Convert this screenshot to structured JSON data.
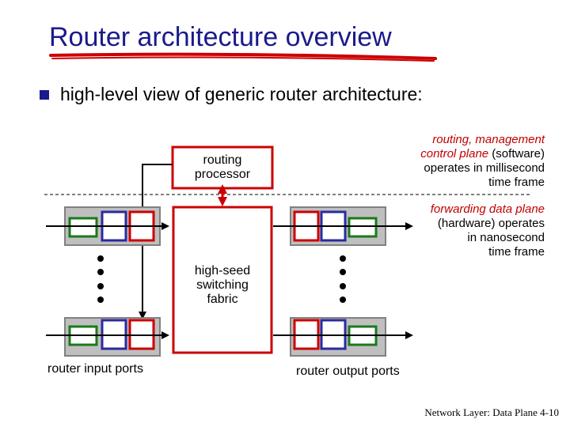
{
  "title": "Router architecture overview",
  "bullet": "high-level view of generic router architecture:",
  "routing_processor": [
    "routing",
    "processor"
  ],
  "switching_fabric": [
    "high-seed",
    "switching",
    "fabric"
  ],
  "input_ports_label": "router input ports",
  "output_ports_label": "router output ports",
  "control_plane": {
    "line1": "routing, management",
    "line2_italic": "control plane",
    "line2_rest": " (software)",
    "line3": "operates in millisecond",
    "line4": "time frame"
  },
  "data_plane": {
    "line1": "forwarding data plane",
    "line2": "(hardware) operates",
    "line3": "in nanosecond",
    "line4": "time frame"
  },
  "footer": "Network Layer: Data Plane 4-10",
  "colors": {
    "title": "#1a1a8c",
    "red": "#cc0000",
    "green": "#1a7a1a",
    "blue": "#2a2aa0",
    "port_fill": "#bfbfbf"
  }
}
